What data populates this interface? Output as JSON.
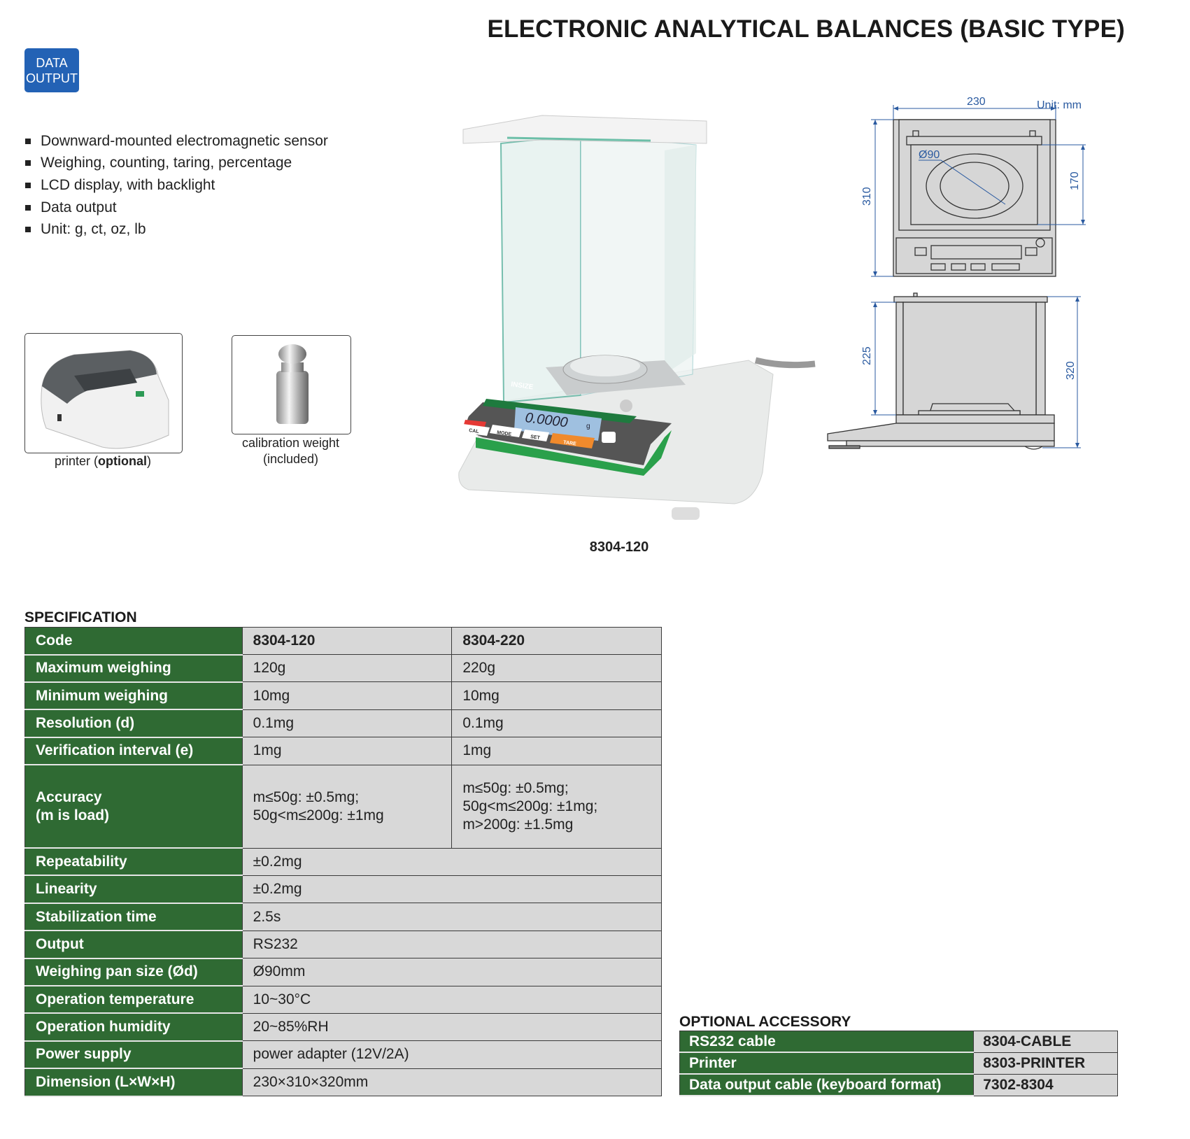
{
  "title": "ELECTRONIC ANALYTICAL BALANCES (BASIC TYPE)",
  "badge": {
    "line1": "DATA",
    "line2": "OUTPUT",
    "color": "#2362b5"
  },
  "features": [
    "Downward-mounted electromagnetic sensor",
    "Weighing, counting, taring, percentage",
    "LCD display, with backlight",
    "Data output",
    "Unit: g, ct, oz, lb"
  ],
  "accessories_images": {
    "printer_caption_prefix": "printer (",
    "printer_caption_bold": "optional",
    "printer_caption_suffix": ")",
    "weight_caption_line1": "calibration weight",
    "weight_caption_line2": "(included)"
  },
  "product_image": {
    "model_label": "8304-120",
    "display_reading": "0.0000",
    "display_unit": "g",
    "brand": "INSIZE",
    "buttons": [
      "CAL",
      "MODE",
      "SET",
      "TARE"
    ]
  },
  "drawing": {
    "unit": "Unit: mm",
    "width": "230",
    "depth": "310",
    "pan_diameter": "Ø90",
    "chamber_depth": "170",
    "chamber_height": "225",
    "height": "320"
  },
  "specification": {
    "heading": "SPECIFICATION",
    "header": {
      "label": "Code",
      "values": [
        "8304-120",
        "8304-220"
      ]
    },
    "rows": [
      {
        "label": "Maximum weighing",
        "values": [
          "120g",
          "220g"
        ]
      },
      {
        "label": "Minimum weighing",
        "values": [
          "10mg",
          "10mg"
        ]
      },
      {
        "label": "Resolution (d)",
        "values": [
          "0.1mg",
          "0.1mg"
        ]
      },
      {
        "label": "Verification interval (e)",
        "values": [
          "1mg",
          "1mg"
        ]
      },
      {
        "label": "Accuracy\n(m is load)",
        "values": [
          "m≤50g: ±0.5mg;\n50g<m≤200g: ±1mg",
          "m≤50g: ±0.5mg;\n50g<m≤200g: ±1mg;\nm>200g: ±1.5mg"
        ]
      },
      {
        "label": "Repeatability",
        "value": "±0.2mg"
      },
      {
        "label": "Linearity",
        "value": "±0.2mg"
      },
      {
        "label": "Stabilization time",
        "value": "2.5s"
      },
      {
        "label": "Output",
        "value": "RS232"
      },
      {
        "label": "Weighing pan size (Ød)",
        "value": "Ø90mm"
      },
      {
        "label": "Operation temperature",
        "value": "10~30°C"
      },
      {
        "label": "Operation humidity",
        "value": "20~85%RH"
      },
      {
        "label": "Power supply",
        "value": "power adapter (12V/2A)"
      },
      {
        "label": "Dimension (L×W×H)",
        "value": "230×310×320mm"
      }
    ]
  },
  "optional_accessory": {
    "heading": "OPTIONAL ACCESSORY",
    "rows": [
      {
        "label": "RS232 cable",
        "code": "8304-CABLE"
      },
      {
        "label": "Printer",
        "code": "8303-PRINTER"
      },
      {
        "label": "Data output cable (keyboard format)",
        "code": "7302-8304"
      }
    ]
  },
  "colors": {
    "green": "#2f6a33",
    "cell_gray": "#d8d8d8",
    "dimension_blue": "#2a5aa0"
  }
}
